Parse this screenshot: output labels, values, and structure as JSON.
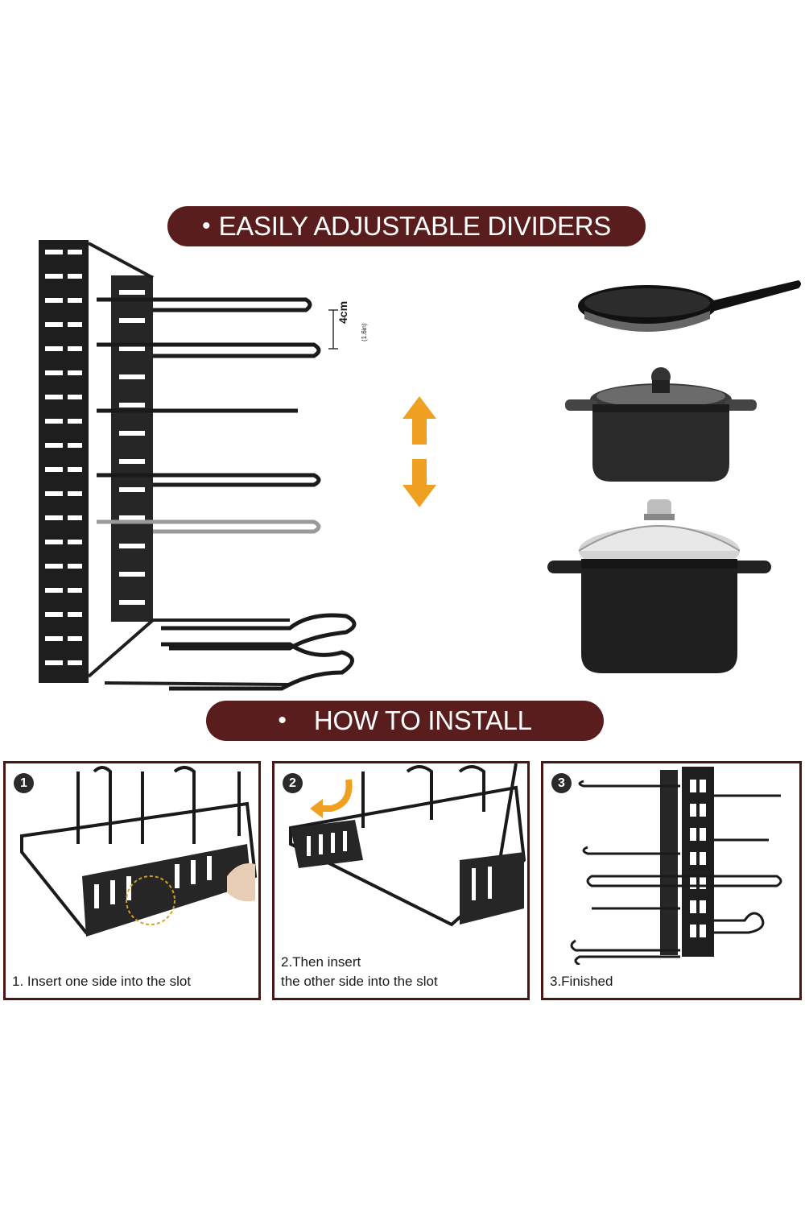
{
  "banners": {
    "adjustable": {
      "bullet": "•",
      "text": "EASILY ADJUSTABLE DIVIDERS"
    },
    "install": {
      "bullet": "•",
      "text": "HOW TO INSTALL"
    }
  },
  "measurement": {
    "primary": "4cm",
    "secondary": "(1.6in)"
  },
  "steps": [
    {
      "number": "1",
      "caption_lines": [
        "1.  Insert one side into the slot"
      ]
    },
    {
      "number": "2",
      "caption_lines": [
        "2.Then insert",
        "the other side into the slot"
      ]
    },
    {
      "number": "3",
      "caption_lines": [
        "3.Finished"
      ]
    }
  ],
  "colors": {
    "banner": "#5a1d1d",
    "frame": "#4a1616",
    "arrow": "#f0a020",
    "metal": "#2a2a2a"
  },
  "icons": [
    "up-down-arrow-icon",
    "frying-pan-icon",
    "pot-icon",
    "stockpot-icon",
    "rack-icon",
    "bend-arrow-icon"
  ]
}
